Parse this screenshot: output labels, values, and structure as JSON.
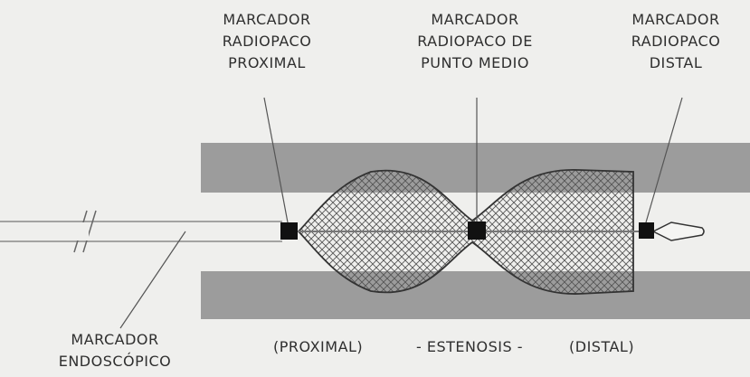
{
  "labels": {
    "proximal_marker": [
      "MARCADOR",
      "RADIOPACO",
      "PROXIMAL"
    ],
    "midpoint_marker": [
      "MARCADOR",
      "RADIOPACO DE",
      "PUNTO MEDIO"
    ],
    "distal_marker": [
      "MARCADOR",
      "RADIOPACO",
      "DISTAL"
    ],
    "endoscopic_marker": [
      "MARCADOR",
      "ENDOSCÓPICO"
    ]
  },
  "regions": {
    "proximal": "(PROXIMAL)",
    "stenosis": "- ESTENOSIS -",
    "distal": "(DISTAL)"
  },
  "colors": {
    "background": "#efefed",
    "vessel_wall": "#9c9c9c",
    "marker": "#111111",
    "mesh": "#555555",
    "catheter": "#8a8a8a"
  }
}
